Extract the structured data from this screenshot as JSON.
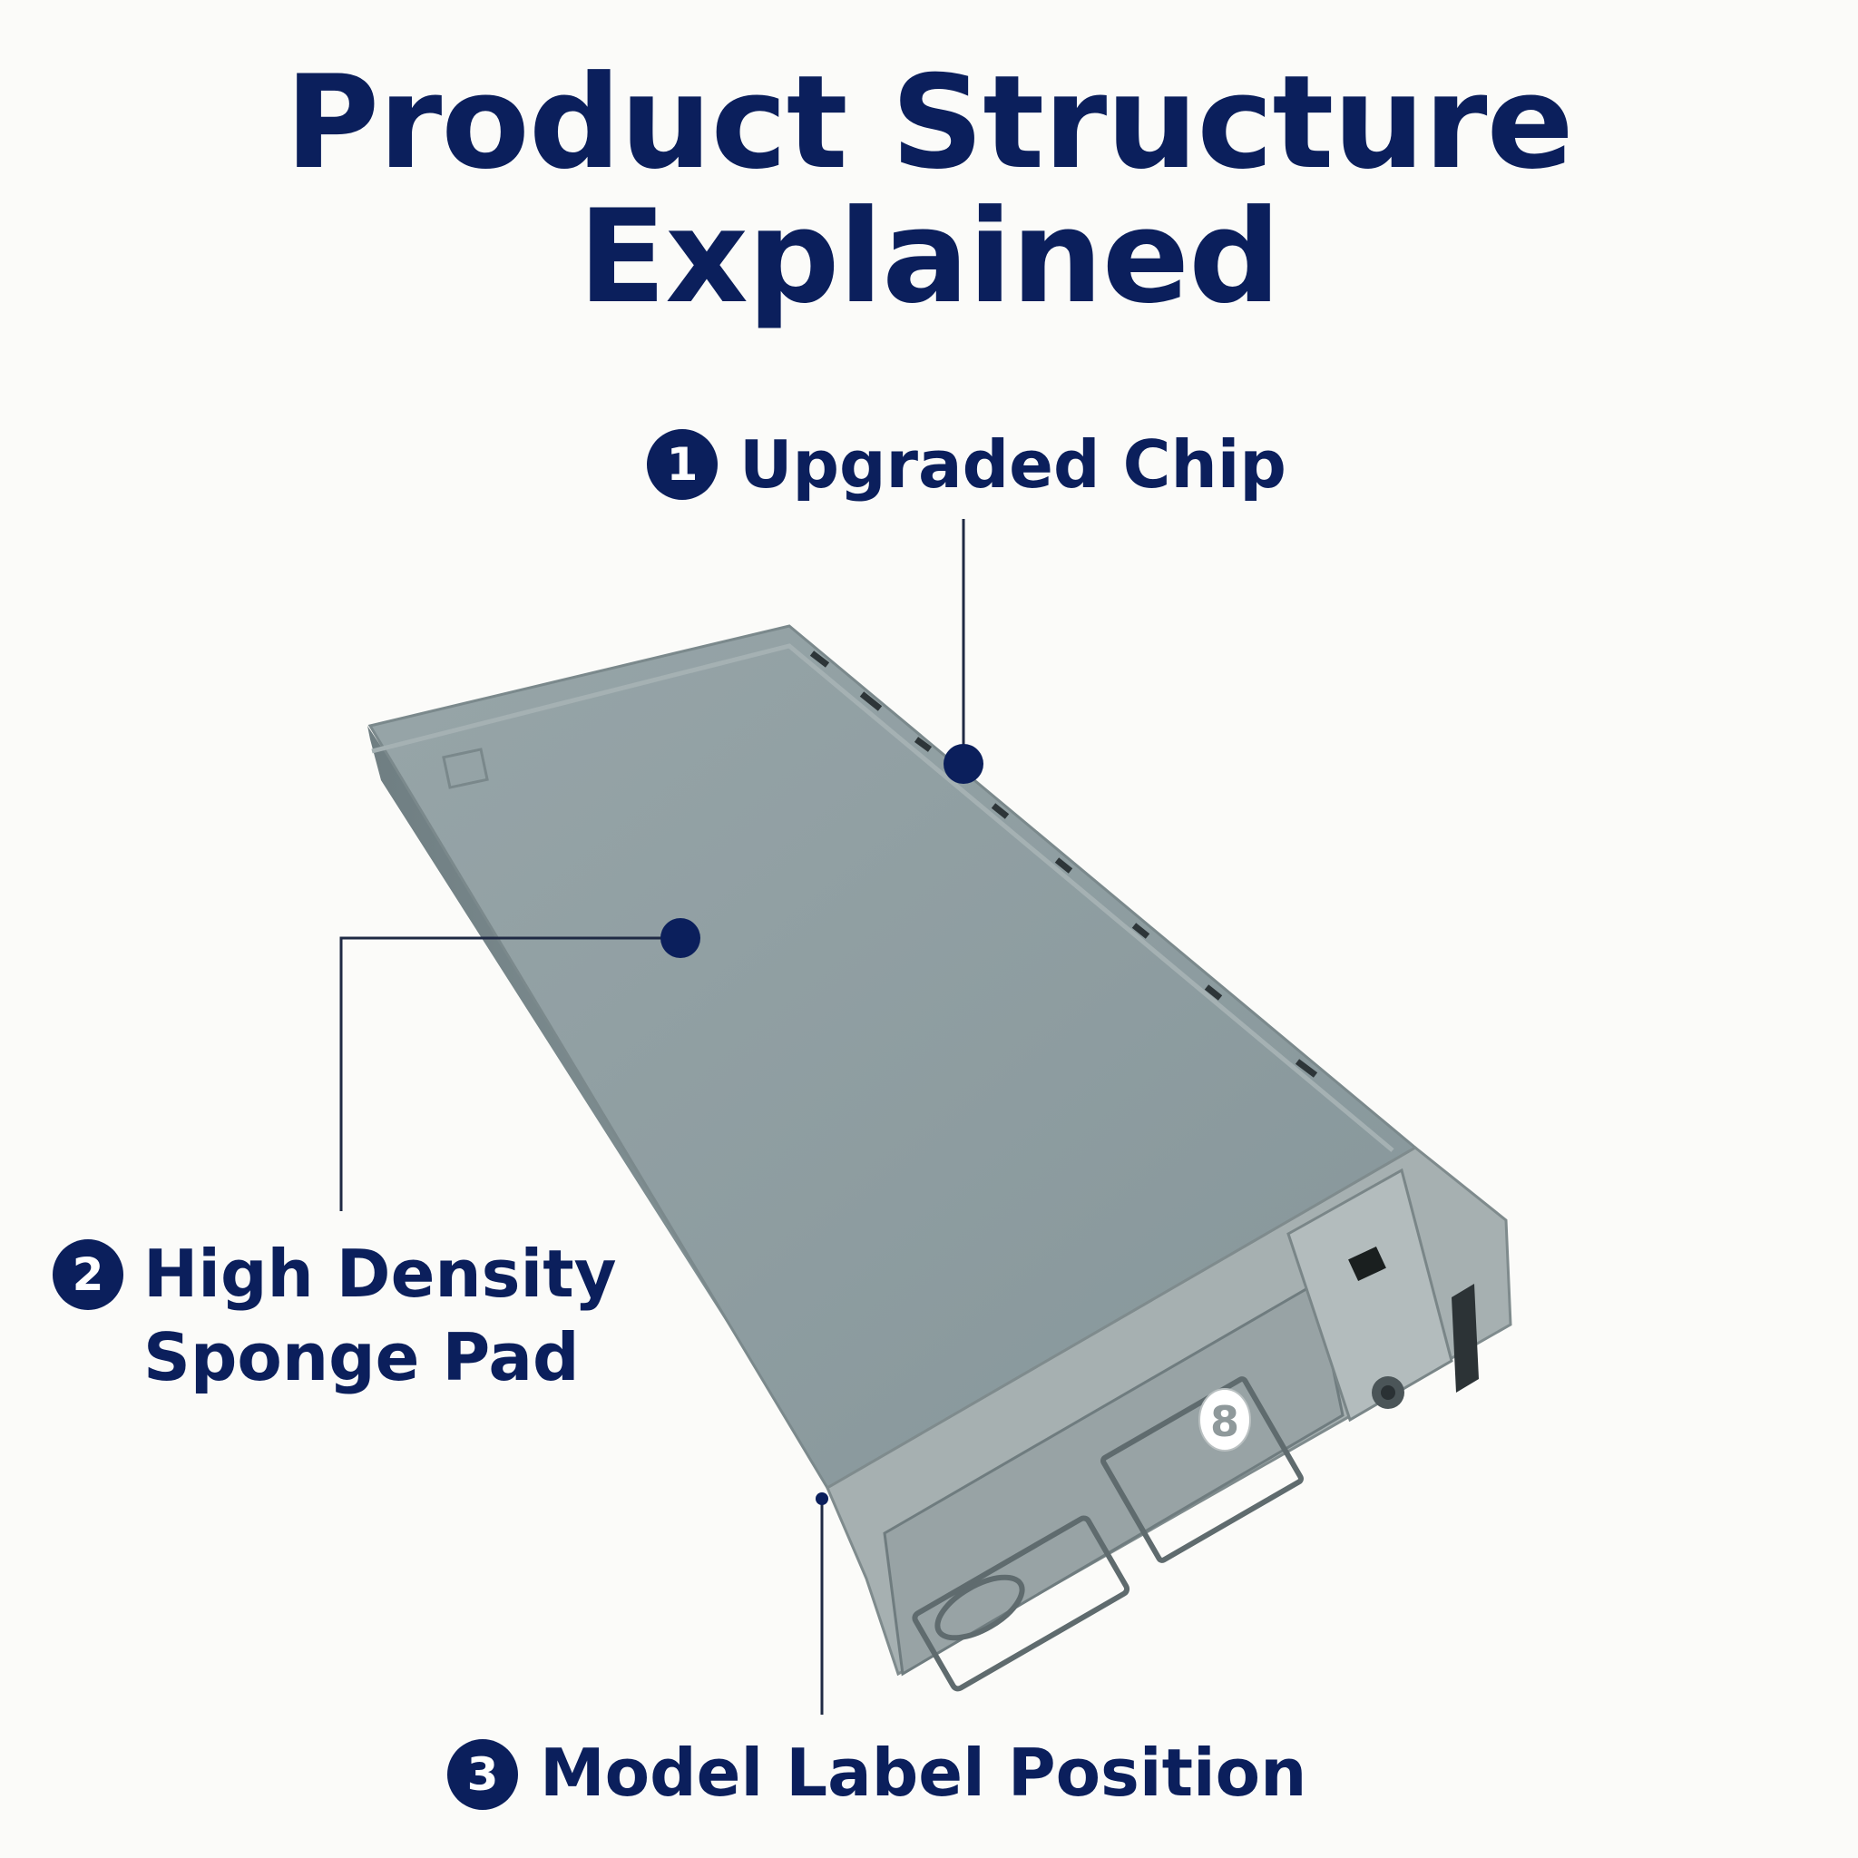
{
  "header": {
    "title_line1": "Product Structure",
    "title_line2": "Explained"
  },
  "callouts": [
    {
      "number": "1",
      "label": "Upgraded Chip"
    },
    {
      "number": "2",
      "label_line1": "High Density",
      "label_line2": "Sponge Pad"
    },
    {
      "number": "3",
      "label": "Model Label Position"
    }
  ],
  "colors": {
    "accent": "#0b1f5c",
    "background": "#fbfbf9",
    "cartridge_top": "#8f9ea1",
    "cartridge_side": "#7d8c8f",
    "cartridge_end": "#a7b1b2",
    "leader_line": "#1f2a44"
  },
  "product": {
    "end_digit": "8"
  }
}
